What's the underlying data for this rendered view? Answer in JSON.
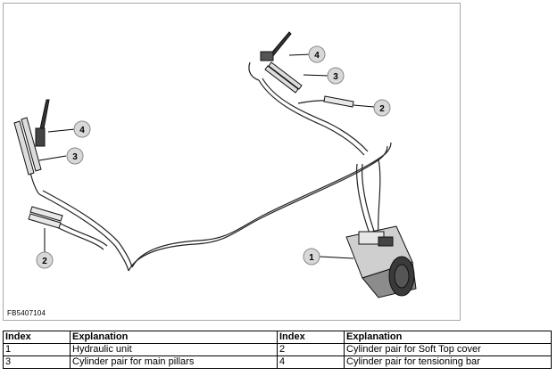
{
  "figure": {
    "code": "FB5407104",
    "callouts": [
      "1",
      "2",
      "2",
      "3",
      "3",
      "4",
      "4"
    ]
  },
  "legend": {
    "headers": [
      "Index",
      "Explanation",
      "Index",
      "Explanation"
    ],
    "rows": [
      [
        "1",
        "Hydraulic unit",
        "2",
        "Cylinder pair for Soft Top cover"
      ],
      [
        "3",
        "Cylinder pair for main pillars",
        "4",
        "Cylinder pair for tensioning bar"
      ]
    ]
  }
}
